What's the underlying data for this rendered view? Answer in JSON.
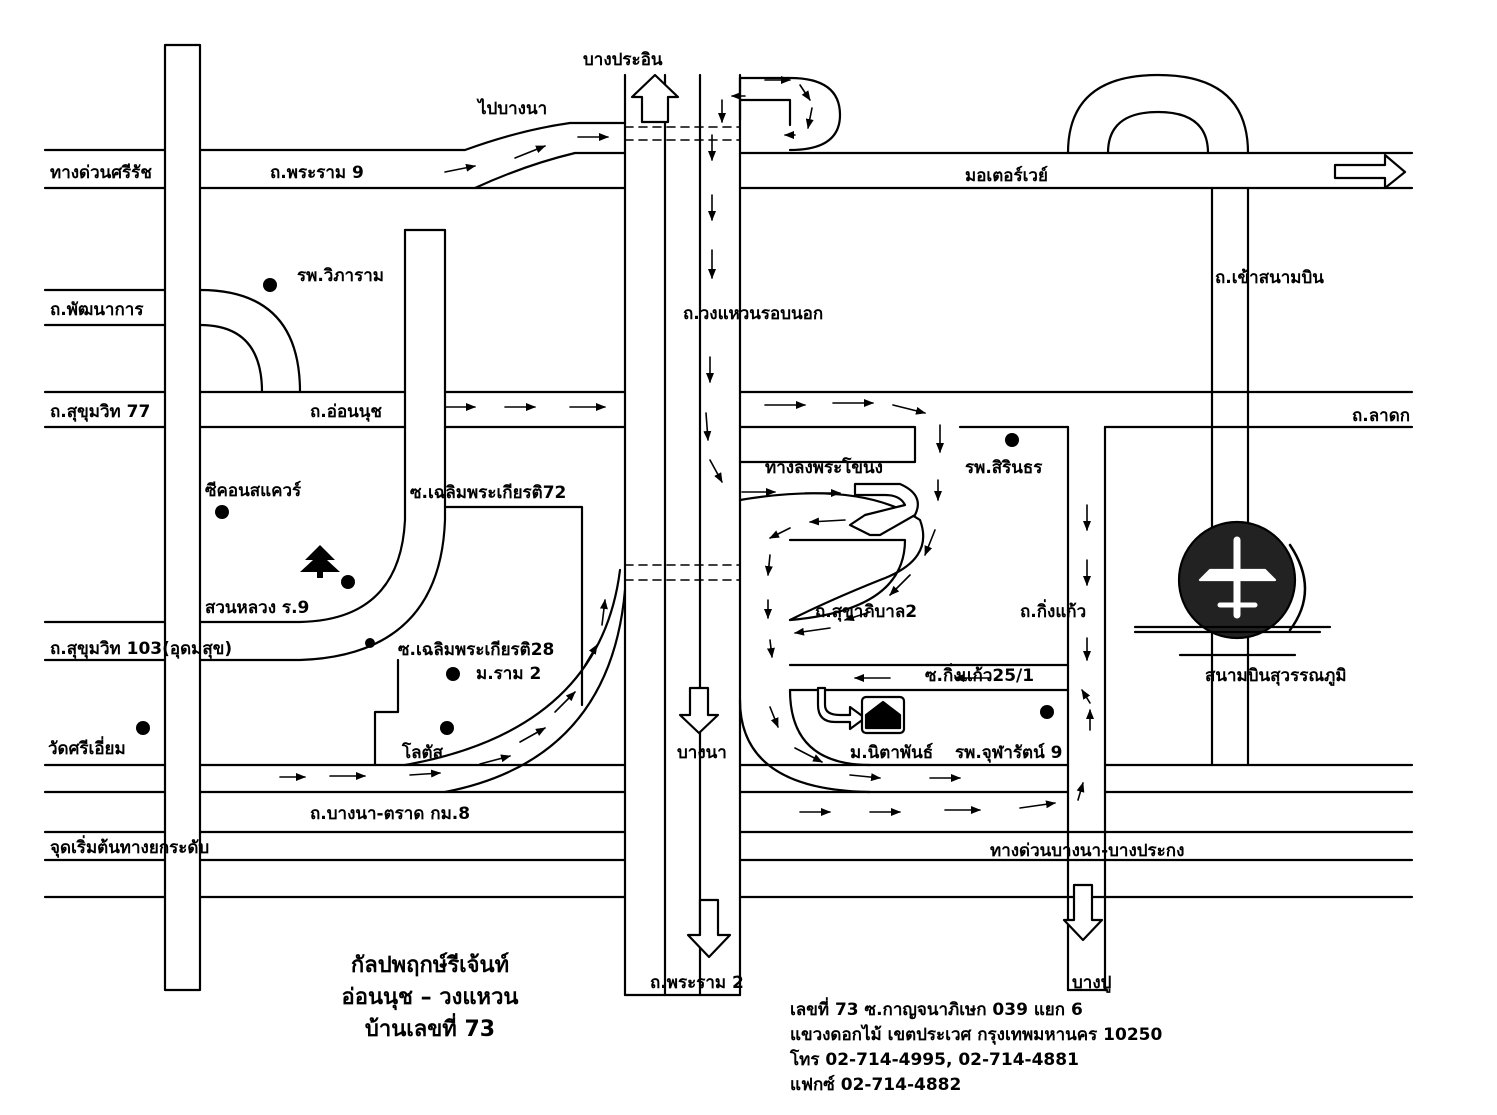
{
  "roads": {
    "si_rat_expressway": "ทางด่วนศรีรัช",
    "rama9": "ถ.พระราม 9",
    "to_bangna": "ไปบางนา",
    "bang_pa_in": "บางประอิน",
    "motorway": "มอเตอร์เวย์",
    "airport_access": "ถ.เข้าสนามบิน",
    "phatthanakan": "ถ.พัฒนาการ",
    "outer_ring": "ถ.วงแหวนรอบนอก",
    "sukhumvit77": "ถ.สุขุมวิท 77",
    "on_nut": "ถ.อ่อนนุช",
    "lat_krabang": "ถ.ลาดก",
    "phra_khanong_exit": "ทางลงพระโขนง",
    "soi_chaloem72": "ซ.เฉลิมพระเกียรติ72",
    "sukhaphiban2": "ถ.สุขาภิบาล2",
    "king_kaeo": "ถ.กิ่งแก้ว",
    "sukhumvit103": "ถ.สุขุมวิท 103(อุดมสุข)",
    "soi_chaloem28": "ซ.เฉลิมพระเกียรติ28",
    "soi_king_kaeo25_1": "ซ.กิ่งแก้ว25/1",
    "bangna_trat": "ถ.บางนา-ตราด  กม.8",
    "elevated_start": "จุดเริ่มต้นทางยกระดับ",
    "bangna_expressway": "ทางด่วนบางนา-บางประกง",
    "bangna": "บางนา",
    "rama2": "ถ.พระราม 2",
    "bang_pu": "บางปู"
  },
  "places": {
    "vibharam_hospital": "รพ.วิภาราม",
    "seacon_square": "ซีคอนสแควร์",
    "suan_luang": "สวนหลวง ร.9",
    "ram2_village": "ม.ราม 2",
    "lotus": "โลตัส",
    "wat_si_iam": "วัดศรีเอี่ยม",
    "sirindhorn_hospital": "รพ.สิรินธร",
    "nitaphan_village": "ม.นิตาพันธ์",
    "chularat9_hospital": "รพ.จุฬารัตน์ 9",
    "suvarnabhumi": "สนามบินสุวรรณภูมิ"
  },
  "title": {
    "line1": "กัลปพฤกษ์รีเจ้นท์",
    "line2": "อ่อนนุช  –  วงแหวน",
    "line3": "บ้านเลขที่  73"
  },
  "address": {
    "line1": "เลขที่ 73 ซ.กาญจนาภิเษก 039 แยก 6",
    "line2": "แขวงดอกไม้ เขตประเวศ กรุงเทพมหานคร 10250",
    "line3": "โทร 02-714-4995, 02-714-4881",
    "line4": "แฟกซ์ 02-714-4882"
  }
}
